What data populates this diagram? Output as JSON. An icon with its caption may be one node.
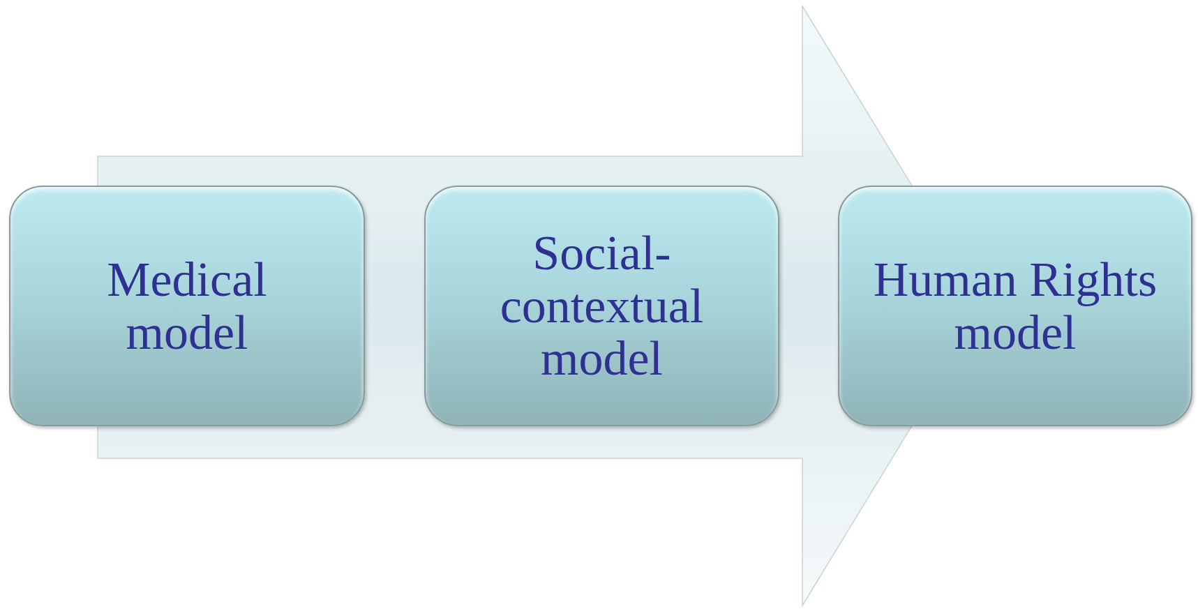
{
  "diagram": {
    "nodes": [
      {
        "text": [
          "Medical model"
        ]
      },
      {
        "text": [
          "Social-contextual model"
        ]
      },
      {
        "text": [
          "Human Rights model"
        ]
      }
    ],
    "edges": [
      {
        "from": 0,
        "to": 2,
        "arrow": "to"
      }
    ]
  }
}
